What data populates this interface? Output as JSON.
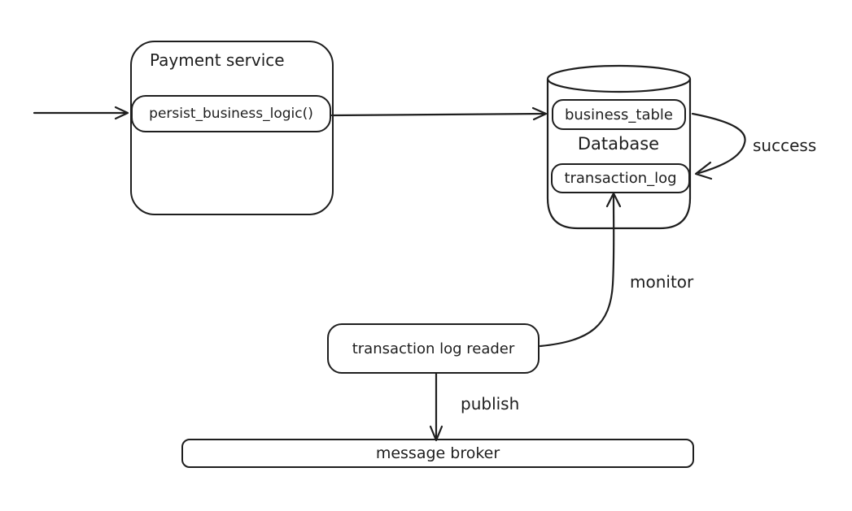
{
  "diagram": {
    "type": "flow-diagram",
    "style": "hand-drawn",
    "background": "#ffffff",
    "stroke_color": "#1e1e1e",
    "nodes": {
      "payment_service": {
        "label": "Payment service",
        "shape": "rounded-rectangle"
      },
      "persist": {
        "label": "persist_business_logic()",
        "shape": "rounded-rectangle"
      },
      "database": {
        "label": "Database",
        "shape": "cylinder"
      },
      "business_table": {
        "label": "business_table",
        "shape": "rounded-rectangle"
      },
      "transaction_log": {
        "label": "transaction_log",
        "shape": "rounded-rectangle"
      },
      "log_reader": {
        "label": "transaction log reader",
        "shape": "rounded-rectangle"
      },
      "message_broker": {
        "label": "message broker",
        "shape": "rounded-rectangle"
      }
    },
    "edges": [
      {
        "from": "external",
        "to": "persist_business_logic()",
        "label": ""
      },
      {
        "from": "persist_business_logic()",
        "to": "business_table",
        "label": ""
      },
      {
        "from": "business_table",
        "to": "transaction_log",
        "label": "success"
      },
      {
        "from": "transaction log reader",
        "to": "transaction_log",
        "label": "monitor"
      },
      {
        "from": "transaction log reader",
        "to": "message broker",
        "label": "publish"
      }
    ]
  }
}
